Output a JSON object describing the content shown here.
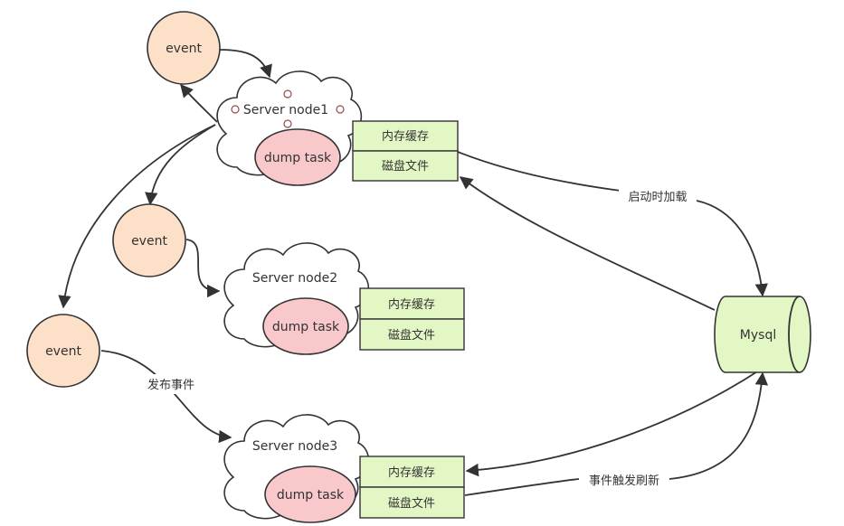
{
  "events": [
    "event",
    "event",
    "event"
  ],
  "servers": [
    {
      "name": "Server node1",
      "task": "dump task",
      "memory": "内存缓存",
      "disk": "磁盘文件"
    },
    {
      "name": "Server node2",
      "task": "dump task",
      "memory": "内存缓存",
      "disk": "磁盘文件"
    },
    {
      "name": "Server node3",
      "task": "dump task",
      "memory": "内存缓存",
      "disk": "磁盘文件"
    }
  ],
  "database": {
    "name": "Mysql"
  },
  "edge_labels": {
    "startup_load": "启动时加载",
    "publish_event": "发布事件",
    "event_refresh": "事件触发刷新"
  },
  "colors": {
    "event_fill": "#fde0c8",
    "task_fill": "#f8c8cb",
    "storage_fill": "#e3f7c5"
  }
}
